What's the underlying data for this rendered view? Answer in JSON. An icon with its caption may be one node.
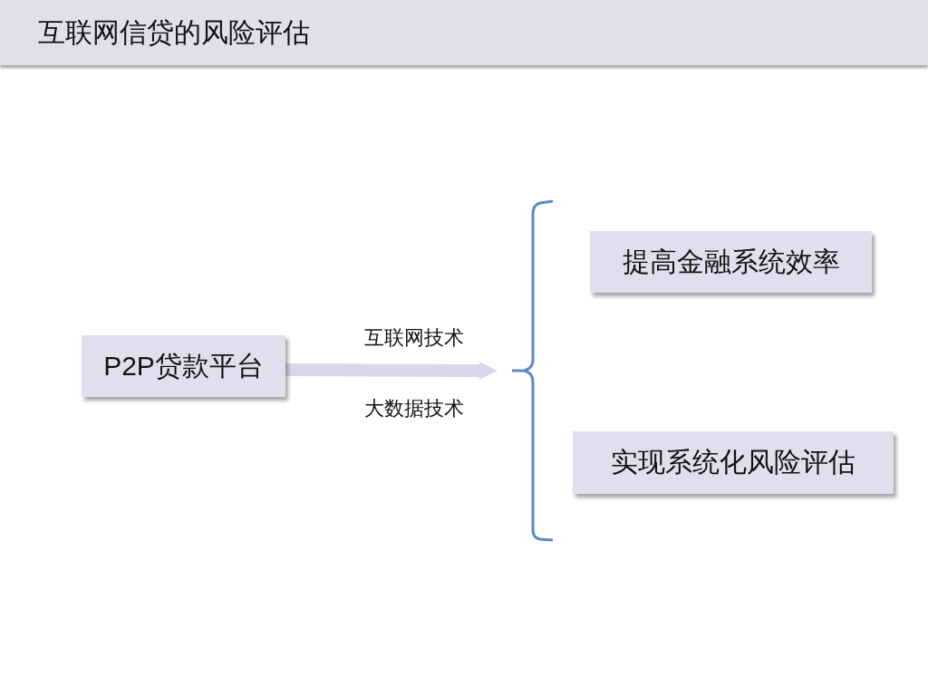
{
  "diagram": {
    "title": "互联网信贷的风险评估",
    "nodes": [
      {
        "text": [
          "P2P贷款平台"
        ]
      },
      {
        "text": [],
        "shape": "brace"
      },
      {
        "text": [
          "提高金融系统效率"
        ]
      },
      {
        "text": [
          "实现系统化风险评估"
        ]
      }
    ],
    "edges": [
      {
        "from": 0,
        "to": 1,
        "arrow": "to"
      }
    ],
    "labels": [
      "互联网技术",
      "大数据技术"
    ]
  }
}
